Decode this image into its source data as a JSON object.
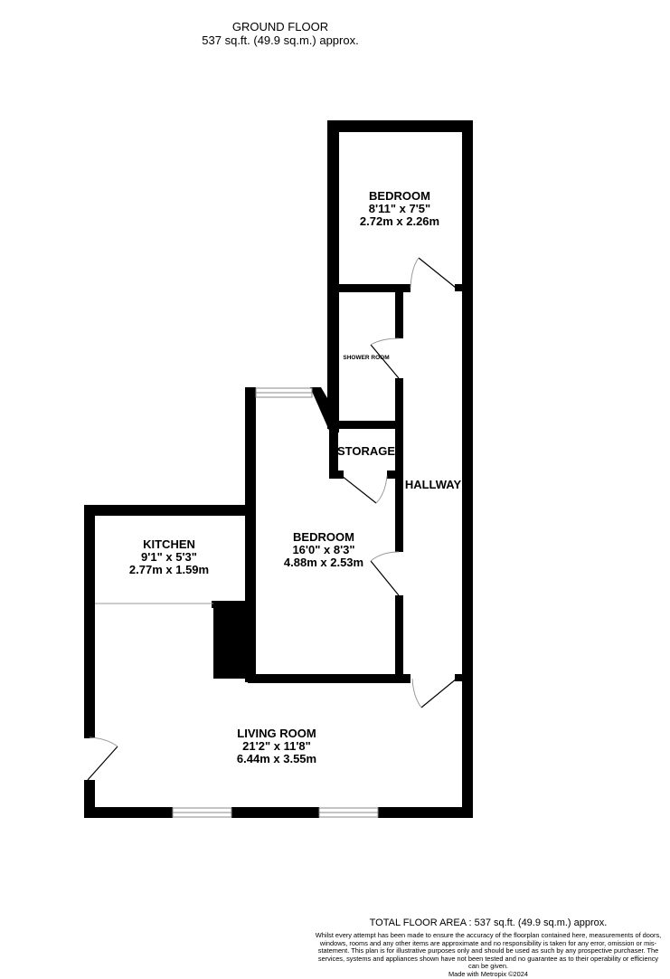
{
  "header": {
    "floor_name": "GROUND FLOOR",
    "floor_area": "537 sq.ft. (49.9 sq.m.) approx."
  },
  "rooms": [
    {
      "id": "bedroom-1",
      "name": "BEDROOM",
      "imperial": "8'11\"  x 7'5\"",
      "metric": "2.72m  x 2.26m"
    },
    {
      "id": "shower-room",
      "name": "SHOWER ROOM",
      "imperial": "",
      "metric": ""
    },
    {
      "id": "storage",
      "name": "STORAGE",
      "imperial": "",
      "metric": ""
    },
    {
      "id": "hallway",
      "name": "HALLWAY",
      "imperial": "",
      "metric": ""
    },
    {
      "id": "bedroom-2",
      "name": "BEDROOM",
      "imperial": "16'0\"  x 8'3\"",
      "metric": "4.88m  x 2.53m"
    },
    {
      "id": "kitchen",
      "name": "KITCHEN",
      "imperial": "9'1\"  x 5'3\"",
      "metric": "2.77m  x 1.59m"
    },
    {
      "id": "living-room",
      "name": "LIVING ROOM",
      "imperial": "21'2\"  x 11'8\"",
      "metric": "6.44m  x 3.55m"
    }
  ],
  "footer": {
    "total_area": "TOTAL FLOOR AREA : 537 sq.ft. (49.9 sq.m.) approx.",
    "disclaimer": "Whilst every attempt has been made to ensure the accuracy of the floorplan contained here, measurements of doors, windows, rooms and any other items are approximate and no responsibility is taken for any error, omission or mis-statement. This plan is for illustrative purposes only and should be used as such by any prospective purchaser. The services, systems and appliances shown have not been tested and no guarantee as to their operability or efficiency can be given.",
    "made_with": "Made with Metropix ©2024"
  },
  "colors": {
    "wall": "#000000",
    "background": "#ffffff",
    "door_arc": "#999999",
    "window_line": "#888888"
  }
}
